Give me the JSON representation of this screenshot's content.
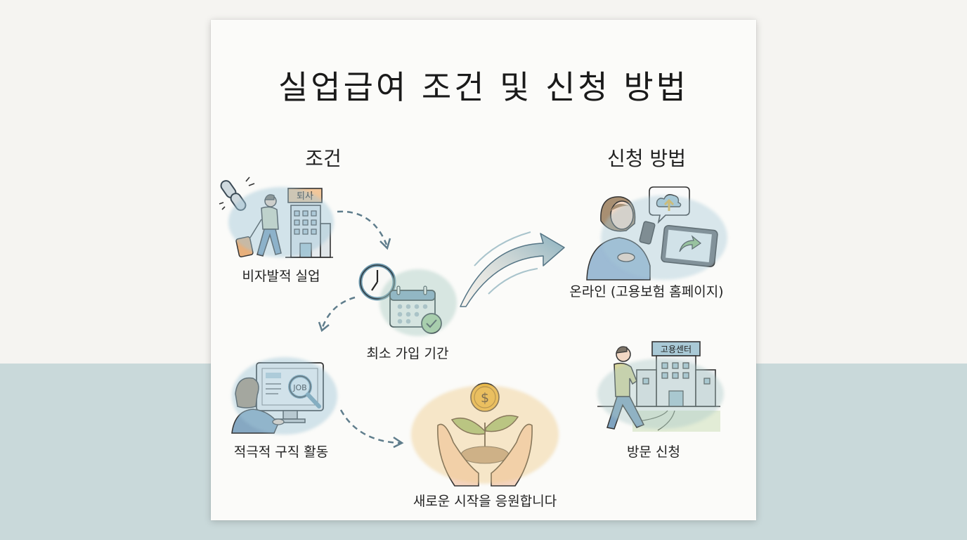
{
  "title": "실업급여 조건 및 신청 방법",
  "sections": {
    "conditions": {
      "heading": "조건",
      "items": [
        {
          "label": "비자발적 실업",
          "icon": "resignation-walking-person-icon",
          "sign": "퇴사"
        },
        {
          "label": "최소 가입 기간",
          "icon": "clock-calendar-check-icon"
        },
        {
          "label": "적극적 구직 활동",
          "icon": "job-search-computer-icon",
          "badge": "JOB"
        }
      ]
    },
    "application": {
      "heading": "신청 방법",
      "items": [
        {
          "label": "온라인 (고용보험 홈페이지)",
          "icon": "online-phone-tablet-icon"
        },
        {
          "label": "방문 신청",
          "icon": "employment-center-visit-icon",
          "sign": "고용센터"
        }
      ]
    }
  },
  "footer_message": {
    "label": "새로운 시작을 응원합니다",
    "icon": "hands-sprout-coin-icon",
    "coin_symbol": "$"
  },
  "colors": {
    "background_top": "#f5f4f1",
    "background_bottom": "#c9d9da",
    "card": "#fbfbf9",
    "accent_blue": "#7fa7b8",
    "dash_arrow": "#5f7d8c",
    "sign_orange": "#f2c79a",
    "sign_blue": "#a9c9d6",
    "check_green": "#a7cf9c",
    "coin_gold": "#e6b43c"
  }
}
